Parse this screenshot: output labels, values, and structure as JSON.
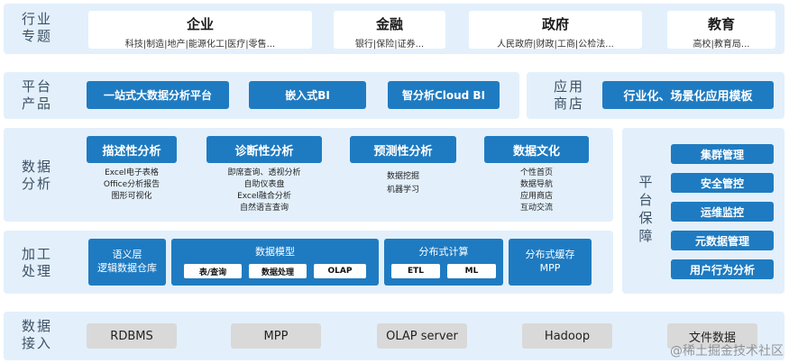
{
  "industry": {
    "title_lines": [
      "行业",
      "专题"
    ],
    "cards": [
      {
        "title": "企业",
        "subtitle": "科技|制造|地产|能源化工|医疗|零售..."
      },
      {
        "title": "金融",
        "subtitle": "银行|保险|证券..."
      },
      {
        "title": "政府",
        "subtitle": "人民政府|财政|工商|公检法..."
      },
      {
        "title": "教育",
        "subtitle": "高校|教育局..."
      }
    ]
  },
  "platform_products": {
    "title_lines": [
      "平台",
      "产品"
    ],
    "buttons": [
      "一站式大数据分析平台",
      "嵌入式BI",
      "智分析Cloud BI"
    ]
  },
  "app_store": {
    "title_lines": [
      "应用",
      "商店"
    ],
    "button": "行业化、场景化应用模板"
  },
  "data_analysis": {
    "title_lines": [
      "数据",
      "分析"
    ],
    "columns": [
      {
        "label": "描述性分析",
        "items": [
          "Excel电子表格",
          "Office分析报告",
          "图形可视化"
        ]
      },
      {
        "label": "诊断性分析",
        "items": [
          "即席查询、透视分析",
          "自助仪表盘",
          "Excel融合分析",
          "自然语言查询"
        ]
      },
      {
        "label": "预测性分析",
        "items": [
          "数据挖掘",
          "机器学习"
        ]
      },
      {
        "label": "数据文化",
        "items": [
          "个性首页",
          "数据导航",
          "应用商店",
          "互动交流"
        ]
      }
    ]
  },
  "processing": {
    "title_lines": [
      "加工",
      "处理"
    ],
    "semantic": [
      "语义层",
      "逻辑数据仓库"
    ],
    "data_model": {
      "label": "数据模型",
      "chips": [
        "表/查询",
        "数据处理",
        "OLAP"
      ]
    },
    "distributed": {
      "label": "分布式计算",
      "chips": [
        "ETL",
        "ML"
      ]
    },
    "cache": [
      "分布式缓存",
      "MPP"
    ]
  },
  "platform_guarantee": {
    "title_lines": [
      "平",
      "台",
      "保",
      "障"
    ],
    "buttons": [
      "集群管理",
      "安全管控",
      "运维监控",
      "元数据管理",
      "用户行为分析"
    ]
  },
  "data_access": {
    "title_lines": [
      "数据",
      "接入"
    ],
    "chips": [
      "RDBMS",
      "MPP",
      "OLAP server",
      "Hadoop",
      "文件数据"
    ]
  },
  "watermark": "@稀土掘金技术社区"
}
